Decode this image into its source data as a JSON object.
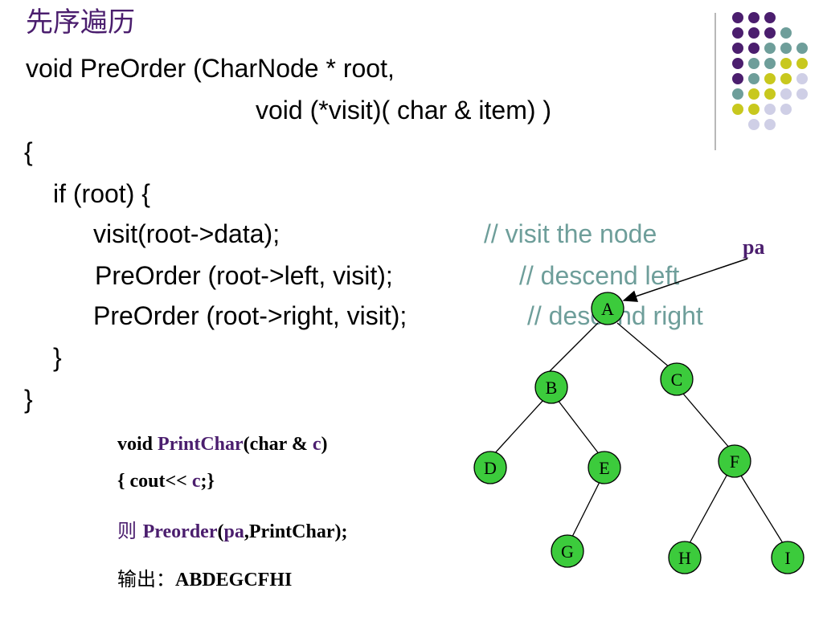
{
  "colors": {
    "accent": "#4B1E6E",
    "comment": "#6E9E9A",
    "node_fill": "#3CCB3C",
    "dot_purple": "#4B1E6E",
    "dot_teal": "#6E9E9A",
    "dot_yellow": "#C8C81E",
    "dot_lavender": "#CFCFE6"
  },
  "title": "先序遍历",
  "code": {
    "line1": "void PreOrder (CharNode * root,",
    "line2": "void (*visit)( char & item) )",
    "line3": "{",
    "line4": "if (root)   {",
    "line5_code": "visit(root->data);",
    "line5_comment": "// visit the node",
    "line6_code": "PreOrder (root->left, visit);",
    "line6_comment": "// descend left",
    "line7_code": "PreOrder (root->right, visit);",
    "line7_comment": "// descend right",
    "line8": "}",
    "line9": "}"
  },
  "printchar": {
    "void_kw": "void ",
    "fn": "PrintChar",
    "params_open": "(char & ",
    "param": "c",
    "params_close": ")",
    "body_open": "{ cout<< ",
    "body_var": "c",
    "body_close": ";}"
  },
  "call": {
    "prefix": "则 ",
    "fn": "Preorder",
    "open": "(",
    "arg1": "pa",
    "rest": ",PrintChar);"
  },
  "output": {
    "label": "输出：",
    "value": "ABDEGCFHI"
  },
  "tree": {
    "pointer_label": "pa",
    "nodes": [
      "A",
      "B",
      "C",
      "D",
      "E",
      "F",
      "G",
      "H",
      "I"
    ]
  }
}
